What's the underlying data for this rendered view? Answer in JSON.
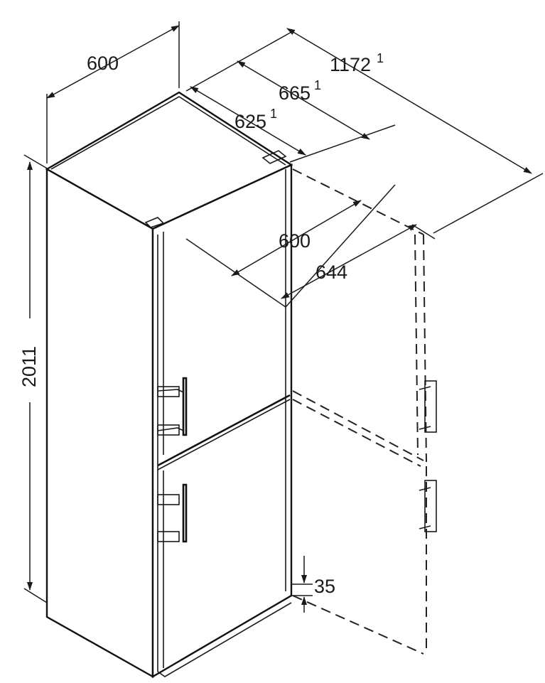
{
  "dimensions": {
    "width": "600",
    "depth_total": "1172",
    "depth_total_note": "1",
    "depth_with_handle": "665",
    "depth_with_handle_note": "1",
    "depth_body": "625",
    "depth_body_note": "1",
    "door_open_depth": "600",
    "door_open_width": "644",
    "height": "2011",
    "plinth_height": "35"
  }
}
